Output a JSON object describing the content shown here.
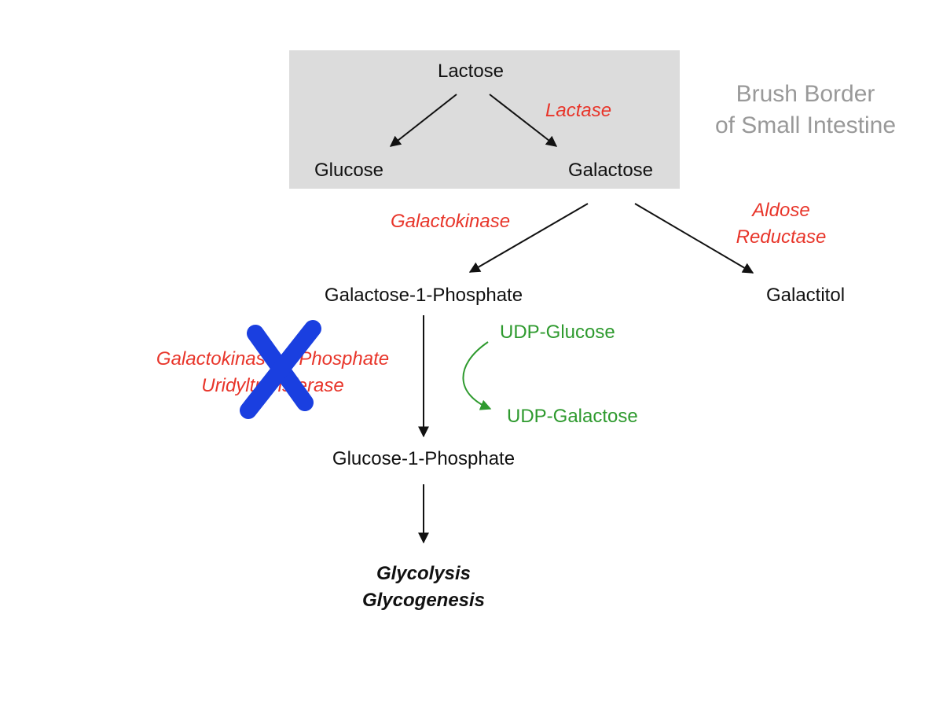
{
  "brush_border": {
    "line1": "Brush Border",
    "line2": "of Small Intestine"
  },
  "substrates": {
    "lactose": "Lactose",
    "glucose": "Glucose",
    "galactose": "Galactose",
    "galactose_1_phosphate": "Galactose-1-Phosphate",
    "galactitol": "Galactitol",
    "glucose_1_phosphate": "Glucose-1-Phosphate",
    "udp_glucose": "UDP-Glucose",
    "udp_galactose": "UDP-Galactose"
  },
  "enzymes": {
    "lactase": "Lactase",
    "galactokinase": "Galactokinase",
    "aldose_reductase_line1": "Aldose",
    "aldose_reductase_line2": "Reductase",
    "transferase_line1": "Galactokinase-1-Phosphate",
    "transferase_line2": "Uridyltransferase"
  },
  "outcome": {
    "line1": "Glycolysis",
    "line2": "Glycogenesis"
  },
  "annotation": {
    "block_mark": "x-mark-icon",
    "block_color": "#1a3fe0"
  },
  "colors": {
    "enzyme": "#e8352a",
    "cofactor": "#2e9a2e",
    "box": "#dcdcdc",
    "brush_border_label": "#999999"
  }
}
